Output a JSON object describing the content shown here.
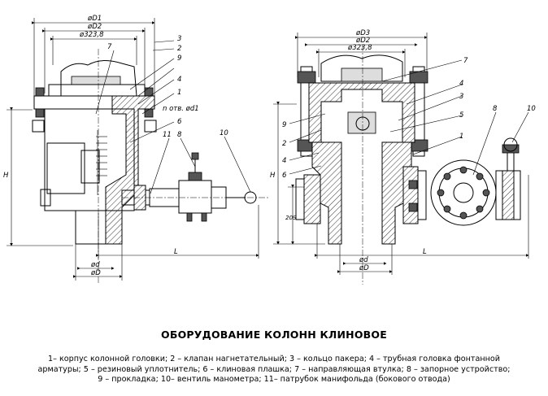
{
  "title": "ОБОРУДОВАНИЕ КОЛОНН КЛИНОВОЕ",
  "legend_lines": [
    "1– корпус колонной головки; 2 – клапан нагнетательный; 3 – кольцо пакера; 4 – трубная головка фонтанной",
    "арматуры; 5 – резиновый уплотнитель; 6 – клиновая плашка; 7 – направляющая втулка; 8 – запорное устройство;",
    "9 – прокладка; 10– вентиль манометра; 11– патрубок манифольда (бокового отвода)"
  ],
  "left_view": {
    "dims": {
      "D1": "øD1",
      "D2": "øD2",
      "d323": "ø323,8",
      "notv": "n отв. ød1",
      "H": "H",
      "L": "L",
      "d": "ød",
      "D": "øD"
    },
    "callouts": {
      "c1": "1",
      "c2": "2",
      "c3": "3",
      "c4": "4",
      "c6": "6",
      "c7": "7",
      "c8": "8",
      "c9": "9",
      "c10": "10",
      "c11": "11"
    }
  },
  "right_view": {
    "dims": {
      "D3": "øD3",
      "D2": "øD2",
      "d323": "ø323,8",
      "H": "H",
      "h209": "209",
      "L": "L",
      "d": "ød",
      "D": "øD"
    },
    "callouts": {
      "c1": "1",
      "c2": "2",
      "c3": "3",
      "c4": "4",
      "c5": "5",
      "c6": "6",
      "c7": "7",
      "c8": "8",
      "c9": "9",
      "c10": "10"
    }
  }
}
